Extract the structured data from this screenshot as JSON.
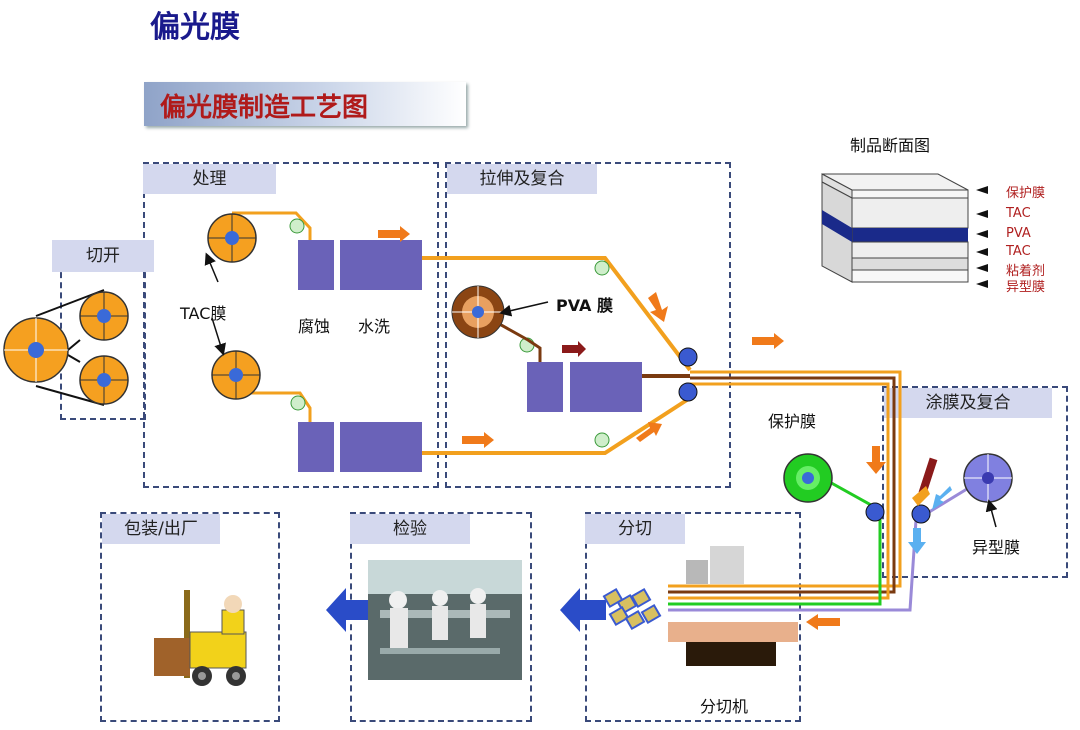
{
  "page_title": "偏光膜",
  "banner_title": "偏光膜制造工艺图",
  "stages": {
    "cut_open": "切开",
    "treatment": "处理",
    "stretch_composite": "拉伸及复合",
    "coating_composite": "涂膜及复合",
    "slitting": "分切",
    "inspection": "检验",
    "packing": "包装/出厂"
  },
  "labels": {
    "tac_film": "TAC膜",
    "etching": "腐蚀",
    "washing": "水洗",
    "pva_film": "PVA 膜",
    "protective_film": "保护膜",
    "release_film": "异型膜",
    "slitter": "分切机"
  },
  "cross_section": {
    "title": "制品断面图",
    "layers": [
      "保护膜",
      "TAC",
      "PVA",
      "TAC",
      "粘着剂",
      "异型膜"
    ]
  },
  "colors": {
    "tac_line": "#f2a01e",
    "pva_line": "#7a3a10",
    "roll_orange": "#f5a020",
    "roll_brown": "#8b4513",
    "roll_green": "#22cc22",
    "roll_purple": "#8080e0",
    "tank": "#6a62b8",
    "arrow_orange": "#f07a1a",
    "arrow_blue": "#2a4cc8",
    "label_bg": "#d4d8ee",
    "title_color": "#1a1a8c",
    "banner_text": "#b01a1a"
  }
}
